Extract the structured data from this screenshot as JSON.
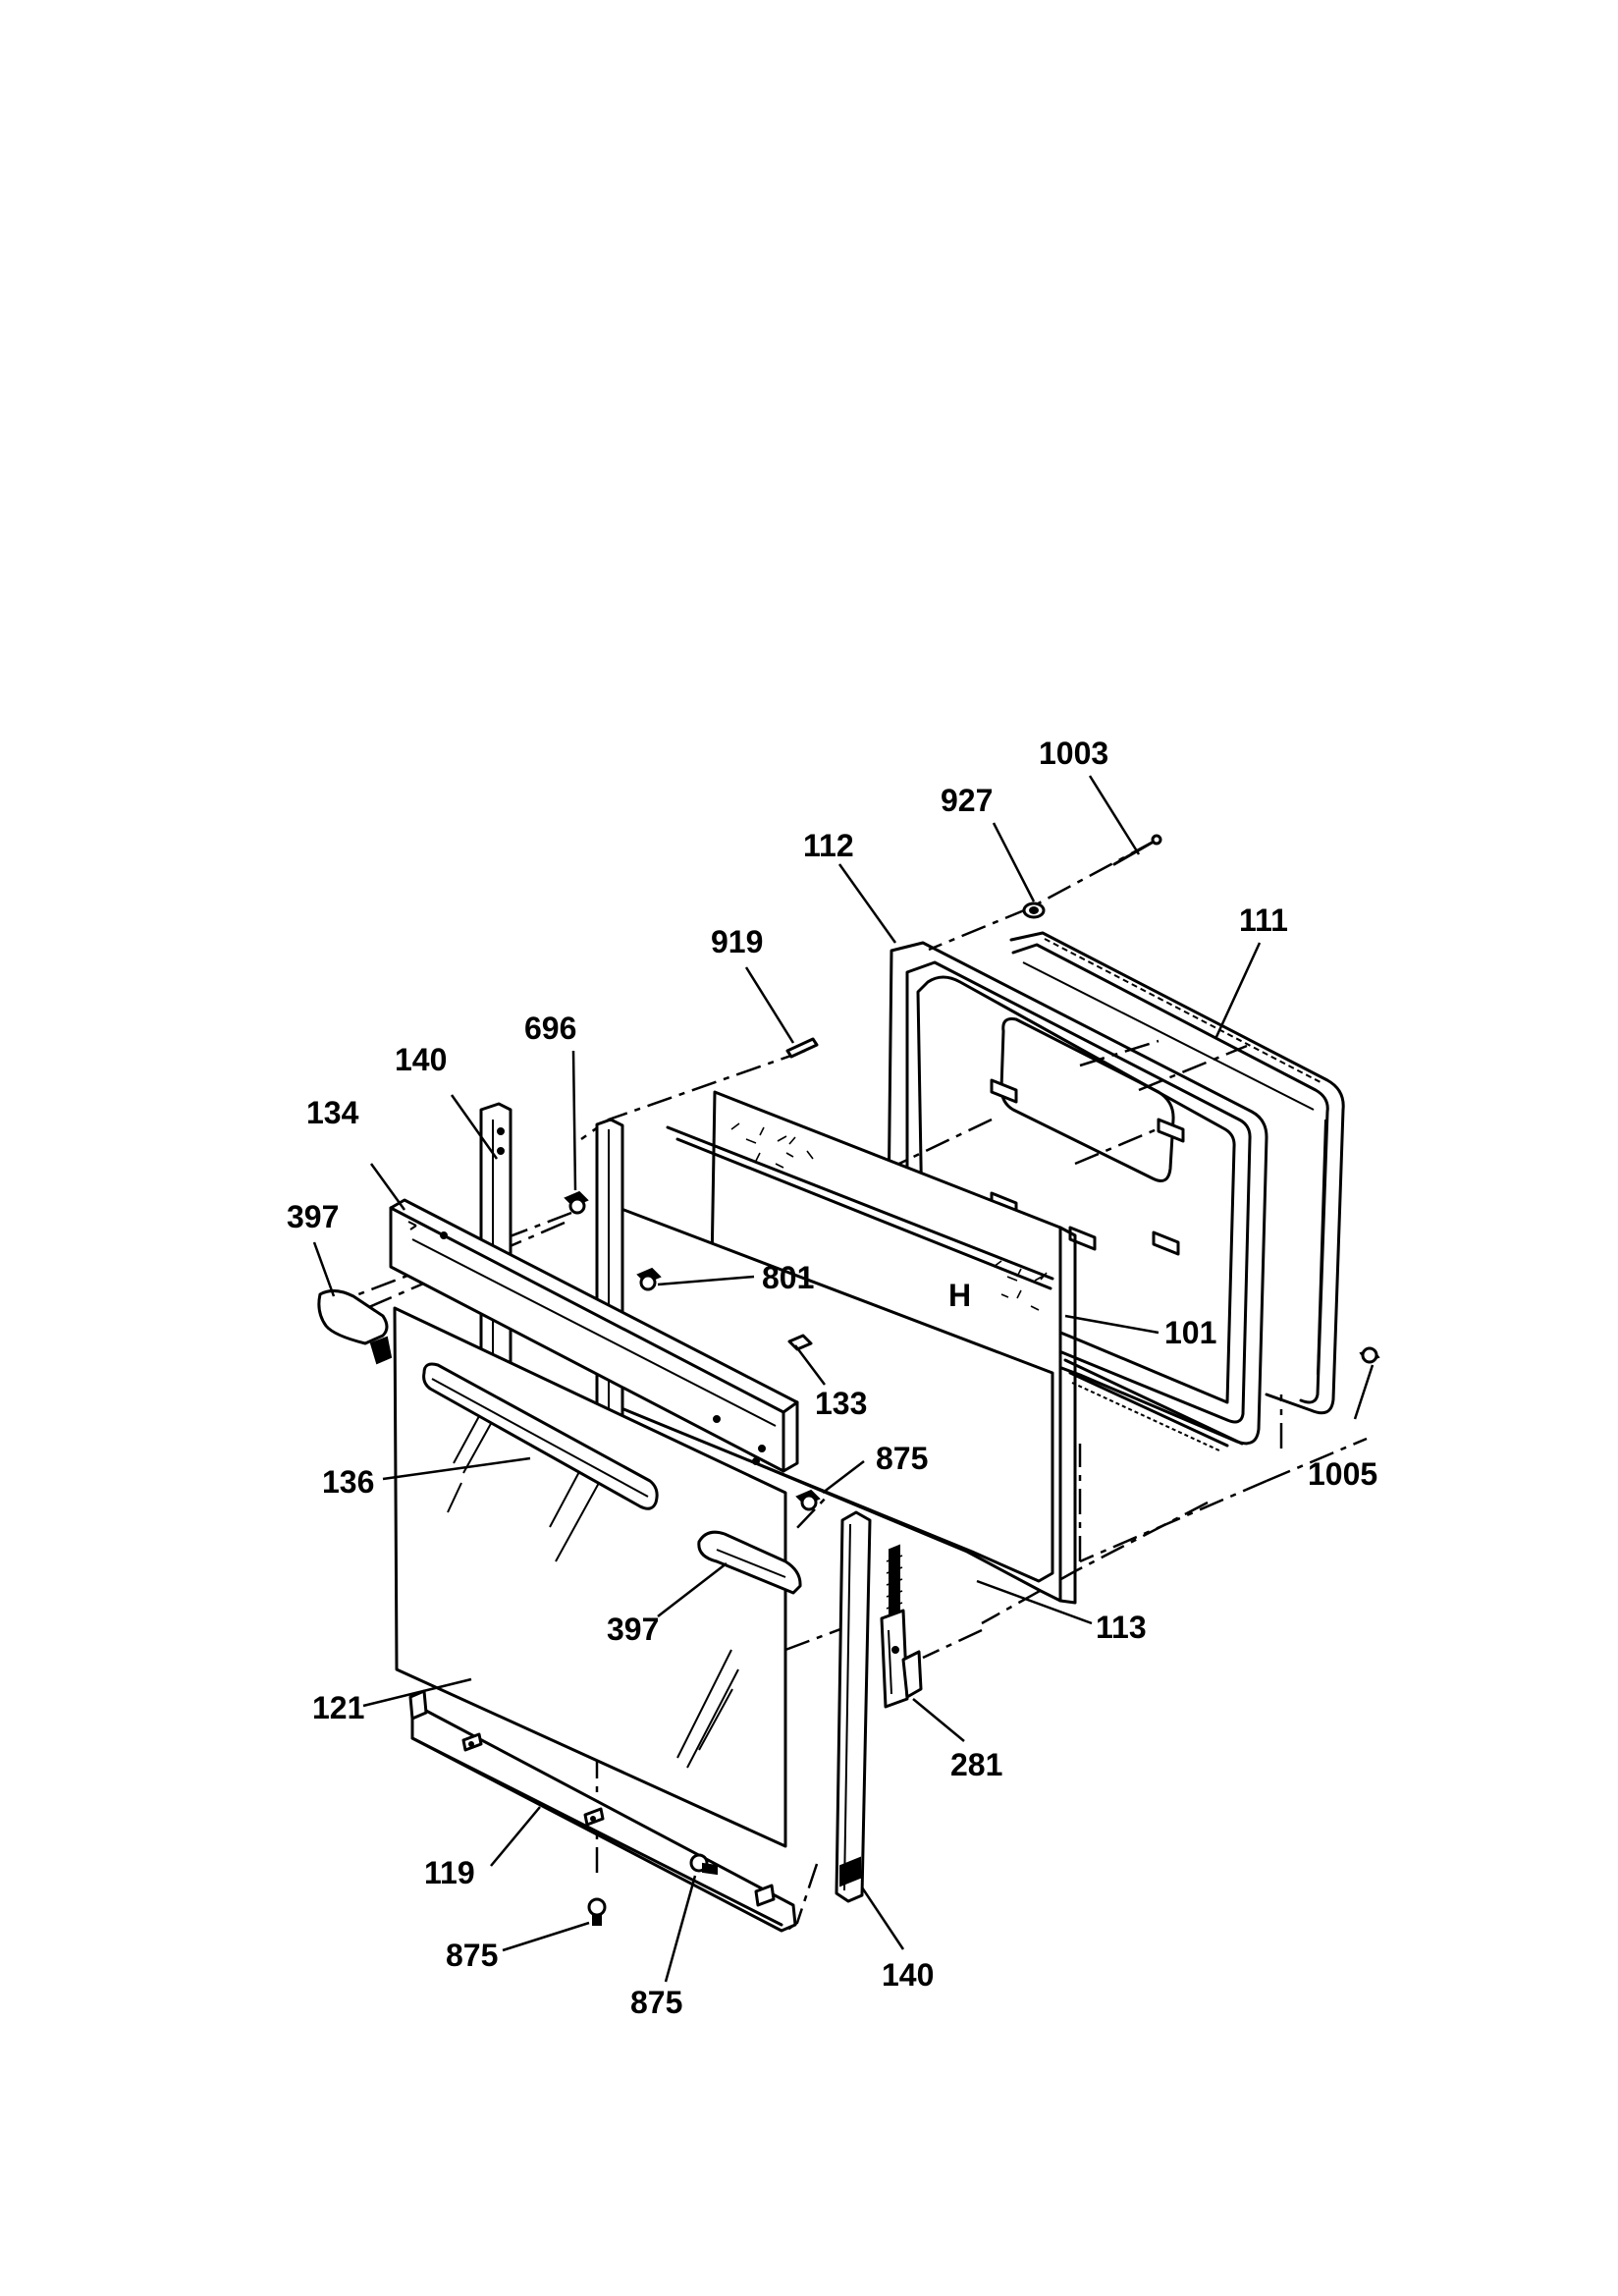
{
  "callouts": {
    "c1003": "1003",
    "c927": "927",
    "c112": "112",
    "c111": "111",
    "c919": "919",
    "c696": "696",
    "c140a": "140",
    "c134": "134",
    "c397a": "397",
    "c801": "801",
    "c101": "101",
    "c133": "133",
    "c1005": "1005",
    "c875a": "875",
    "c136": "136",
    "c397b": "397",
    "c113": "113",
    "c121": "121",
    "c281": "281",
    "c119": "119",
    "c875b": "875",
    "c875c": "875",
    "c140b": "140"
  }
}
